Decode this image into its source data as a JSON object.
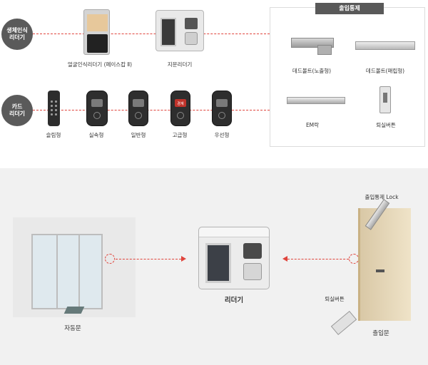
{
  "categories": {
    "biometric": "생체인식\n리더기",
    "card": "카드\n리더기"
  },
  "access_control": {
    "header": "출입통제",
    "items": [
      "데드볼트(노출형)",
      "데드볼트(매립형)",
      "EM락",
      "퇴실버튼"
    ]
  },
  "biometric_readers": [
    "얼굴인식리더기 (페이스캅 Ⅱ)",
    "지문리더기"
  ],
  "card_readers": [
    "슬림형",
    "실속형",
    "일반형",
    "고급형",
    "우선형"
  ],
  "card_screens": [
    "",
    "",
    "",
    "경계",
    ""
  ],
  "diagram": {
    "auto_door": "자동문",
    "reader": "리더기",
    "access_lock": "출입통제 Lock",
    "exit_button": "퇴실버튼",
    "entry_door": "출입문"
  },
  "colors": {
    "accent_line": "#e0443c",
    "category_circle": "#5a5a5a",
    "header_bg": "#595959"
  }
}
